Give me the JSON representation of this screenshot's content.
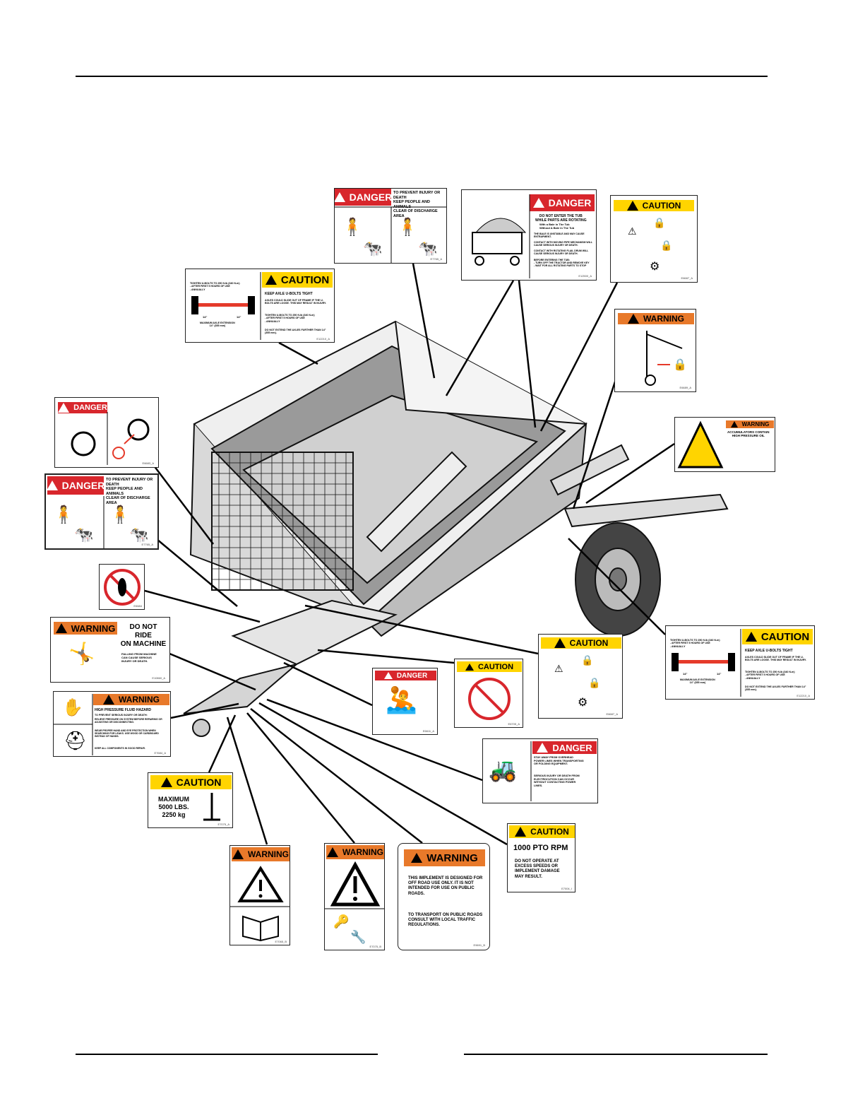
{
  "page": {
    "figure_image": "hay-bale-processor-machine-drawing"
  },
  "decals": {
    "d1": {
      "header": "DANGER",
      "text": "TO PREVENT INJURY OR DEATH\nKEEP PEOPLE AND ANIMALS\nCLEAR OF DISCHARGE AREA",
      "code": "E7765_A",
      "icons": [
        "thrown-object-person-icon",
        "person-icon",
        "cow-icon"
      ]
    },
    "d2": {
      "header": "DANGER",
      "text": "DO NOT ENTER THE TUB\nWHILE PARTS ARE ROTATING",
      "text2": "With a Bale in The Tub\nWithout A Bale in The Tub",
      "bullets": [
        "THE BALE IS UNSTABLE AND MAY CAUSE ENTRAPMENT.",
        "CONTACT WITH MOVING PIPE MECHANISM WILL CAUSE SERIOUS INJURY OR DEATH.",
        "CONTACT WITH ROTATING FLAIL DRUM WILL CAUSE SERIOUS INJURY OR DEATH.",
        "BEFORE ENTERING THE TUB:\n- TURN OFF THE TRACTOR AND REMOVE KEY\n- WAIT FOR ALL ROTATING PARTS TO STOP"
      ],
      "code": "E12500_A"
    },
    "d3": {
      "header": "CAUTION",
      "code": "E6687_A"
    },
    "d4": {
      "header": "CAUTION",
      "left": "TIGHTEN U-BOLTS TO 250 ft-lb (340 N-m)\n- AFTER FIRST 5 HOURS OF USE\n- ANNUALLY",
      "max": "MAXIMUM AXLE EXTENSION\n14\" (355 mm)",
      "dim": "14\"",
      "title": "KEEP AXLE U-BOLTS TIGHT",
      "bullets": [
        "AXLES COULD SLIDE OUT OF FRAME IF THE U-BOLTS ARE LOOSE. THIS MAY RESULT IN INJURY.",
        "TIGHTEN U-BOLTS TO 250 ft-lb (340 N-m)\n- AFTER FIRST 5 HOURS OF USE\n- ANNUALLY",
        "DO NOT EXTEND THE AXLES FURTHER THAN 14\" (355 mm)."
      ],
      "code": "E12210_A"
    },
    "d5": {
      "header": "WARNING",
      "code": "E6689_A"
    },
    "d6": {
      "header": "DANGER",
      "code": "E6683_A"
    },
    "d7": {
      "header": "WARNING",
      "text": "ACCUMULATORS CONTAIN\nHIGH PRESSURE OIL",
      "code": ""
    },
    "d8": {
      "header": "DANGER",
      "text": "TO PREVENT INJURY OR DEATH\nKEEP PEOPLE AND ANIMALS\nCLEAR OF DISCHARGE AREA",
      "code": "E7765_A"
    },
    "d9": {
      "code": "E6684"
    },
    "d10": {
      "header": "WARNING",
      "big": "DO NOT\nRIDE\nON MACHINE",
      "text": "FALLING FROM MACHINE\nCAN CAUSE SERIOUS\nINJURY OR DEATH.",
      "code": "E10860_A"
    },
    "d11": {
      "header": "WARNING",
      "title": "HIGH PRESSURE FLUID HAZARD",
      "text": "TO PREVENT SERIOUS INJURY OR DEATH:",
      "bullets": [
        "RELIEVE PRESSURE ON SYSTEM BEFORE REPAIRING OR ADJUSTING OR DISCONNECTING.",
        "WEAR PROPER HAND AND EYE PROTECTION WHEN SEARCHING FOR LEAKS. USE WOOD OR CARDBOARD INSTEAD OF HANDS.",
        "KEEP ALL COMPONENTS IN GOOD REPAIR."
      ],
      "code": "E7684_A"
    },
    "d12": {
      "header": "DANGER",
      "code": "E6611_A"
    },
    "d13": {
      "header": "CAUTION",
      "code": "E6705_A"
    },
    "d14": {
      "header": "CAUTION",
      "code": "E6687_A"
    },
    "d15": {
      "header": "CAUTION",
      "left": "TIGHTEN U-BOLTS TO 250 ft-lb (340 N-m)\n- AFTER FIRST 5 HOURS OF USE\n- ANNUALLY",
      "max": "MAXIMUM AXLE EXTENSION\n14\" (355 mm)",
      "dim": "14\"",
      "title": "KEEP AXLE U-BOLTS TIGHT",
      "bullets": [
        "AXLES COULD SLIDE OUT OF FRAME IF THE U-BOLTS ARE LOOSE. THIS MAY RESULT IN INJURY.",
        "TIGHTEN U-BOLTS TO 250 ft-lb (340 N-m)\n- AFTER FIRST 5 HOURS OF USE\n- ANNUALLY",
        "DO NOT EXTEND THE AXLES FURTHER THAN 14\" (355 mm)."
      ],
      "code": "E12210_A"
    },
    "d16": {
      "header": "DANGER",
      "text": "STAY AWAY FROM OVERHEAD\nPOWER LINES WHEN TRANSPORTING\nOR FOLDING EQUIPMENT.",
      "text2": "SERIOUS INJURY OR DEATH FROM\nELECTROCUTION CAN OCCUR\nWITHOUT CONTACTING POWER\nLINES.",
      "code": ""
    },
    "d17": {
      "header": "CAUTION",
      "text": "MAXIMUM\n5000 LBS.\n2250 kg",
      "code": "E7075_A"
    },
    "d18": {
      "header": "WARNING",
      "code": "E7065_B"
    },
    "d19": {
      "header": "WARNING",
      "code": "E7075_B"
    },
    "d20": {
      "header": "WARNING",
      "bullets": [
        "THIS IMPLEMENT IS DESIGNED FOR OFF ROAD USE ONLY. IT IS NOT INTENDED FOR USE ON PUBLIC ROADS.",
        "TO TRANSPORT ON PUBLIC ROADS CONSULT WITH LOCAL TRAFFIC REGULATIONS."
      ],
      "code": "E9691_B"
    },
    "d21": {
      "header": "CAUTION",
      "title": "1000 PTO RPM",
      "text": "DO NOT OPERATE AT\nEXCESS SPEEDS OR\nIMPLEMENT DAMAGE\nMAY RESULT.",
      "code": "E7004_I"
    }
  }
}
